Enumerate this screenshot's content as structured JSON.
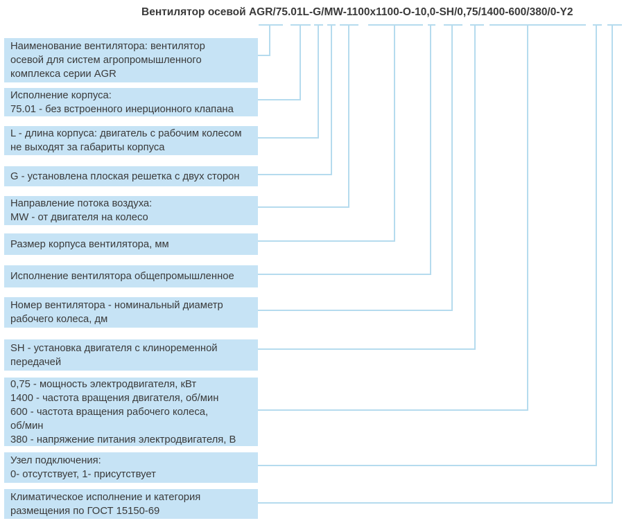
{
  "title": "Вентилятор осевой AGR/75.01L-G/MW-1100x1100-O-10,0-SH/0,75/1400-600/380/0-Y2",
  "colors": {
    "background": "#ffffff",
    "box_fill": "#c6e3f5",
    "line": "#b5dbee",
    "text": "#3a3a3a"
  },
  "legend": {
    "items": [
      {
        "code": "AGR",
        "text": "Наименование вентилятора: вентилятор\nосевой для систем агропромышленного\nкомплекса серии AGR"
      },
      {
        "code": "75.01",
        "text": "Исполнение корпуса:\n75.01 - без встроенного инерционного клапана"
      },
      {
        "code": "L",
        "text": "L - длина корпуса: двигатель с рабочим колесом\nне выходят за габариты корпуса"
      },
      {
        "code": "G",
        "text": "G - установлена плоская решетка с двух сторон"
      },
      {
        "code": "MW",
        "text": "Направление потока воздуха:\nMW - от двигателя на колесо"
      },
      {
        "code": "1100x1100",
        "text": "Размер корпуса вентилятора, мм"
      },
      {
        "code": "O",
        "text": "Исполнение вентилятора общепромышленное"
      },
      {
        "code": "10,0",
        "text": "Номер вентилятора - номинальный диаметр\nрабочего колеса, дм"
      },
      {
        "code": "SH",
        "text": "SH - установка двигателя с клиноременной\nпередачей"
      },
      {
        "code": "0,75/1400-600/380",
        "text": "0,75 - мощность электродвигателя, кВт\n1400 - частота вращения двигателя, об/мин\n600 - частота вращения рабочего колеса,\nоб/мин\n380 - напряжение питания электродвигателя, В"
      },
      {
        "code": "0",
        "text": "Узел подключения:\n0- отсутствует, 1- присутствует"
      },
      {
        "code": "Y2",
        "text": "Климатическое исполнение и категория\nразмещения по ГОСТ 15150-69"
      }
    ]
  }
}
